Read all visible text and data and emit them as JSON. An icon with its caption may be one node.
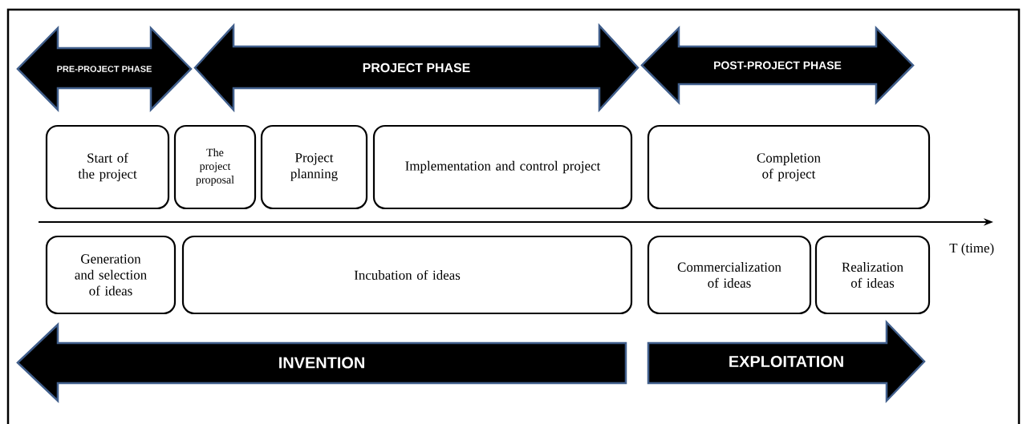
{
  "diagram": {
    "nodes": [
      {
        "text": [
          "PRE-PROJECT PHASE"
        ]
      },
      {
        "text": [
          "PROJECT PHASE"
        ]
      },
      {
        "text": [
          "POST-PROJECT PHASE"
        ]
      },
      {
        "text": [
          "Start of the project"
        ]
      },
      {
        "text": [
          "The project proposal"
        ]
      },
      {
        "text": [
          "Project planning"
        ]
      },
      {
        "text": [
          "Implementation and control project"
        ]
      },
      {
        "text": [
          "Completion of project"
        ]
      },
      {
        "text": [
          "Generation and selection of ideas"
        ]
      },
      {
        "text": [
          "Incubation of ideas"
        ]
      },
      {
        "text": [
          "Commercialization of ideas"
        ]
      },
      {
        "text": [
          "Realization of ideas"
        ]
      },
      {
        "text": [
          "INVENTION"
        ]
      },
      {
        "text": [
          "EXPLOITATION"
        ]
      }
    ],
    "edges": [],
    "labels": [
      "T (time)"
    ]
  }
}
